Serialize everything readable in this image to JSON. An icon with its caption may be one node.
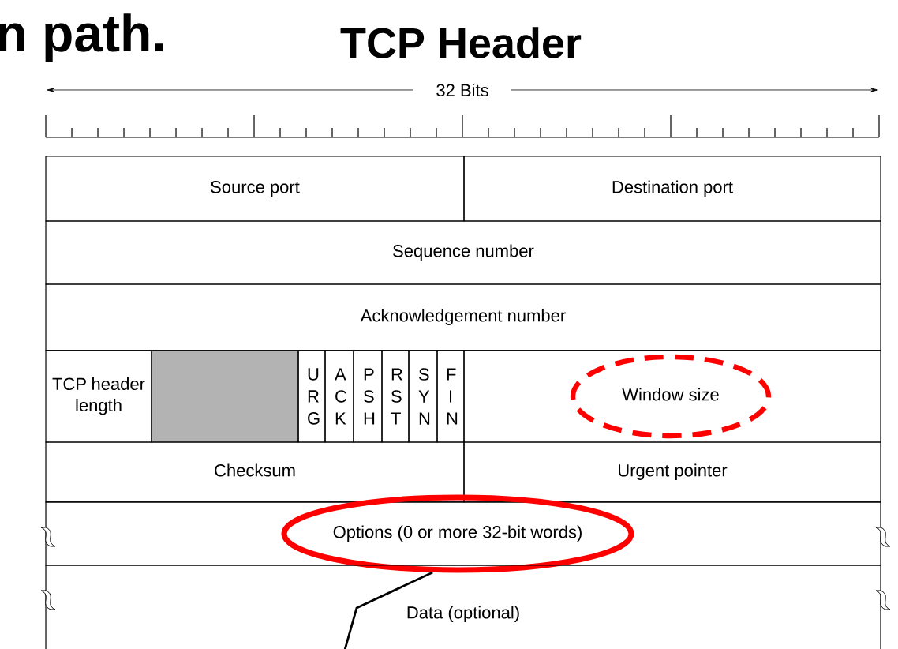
{
  "diagram": {
    "title": "TCP Header",
    "nodes": [
      {
        "text": [
          "Source port"
        ]
      },
      {
        "text": [
          "Destination port"
        ]
      },
      {
        "text": [
          "Sequence number"
        ]
      },
      {
        "text": [
          "Acknowledgement number"
        ]
      },
      {
        "text": [
          "TCP header length"
        ]
      },
      {
        "text": [],
        "shape": "box"
      },
      {
        "text": [
          "U R G"
        ]
      },
      {
        "text": [
          "A C K"
        ]
      },
      {
        "text": [
          "P S H"
        ]
      },
      {
        "text": [
          "R S T"
        ]
      },
      {
        "text": [
          "S Y N"
        ]
      },
      {
        "text": [
          "F I N"
        ]
      },
      {
        "text": [],
        "shape": "box"
      },
      {
        "text": [
          "Window size"
        ],
        "in": 12
      },
      {
        "text": [
          "Checksum"
        ]
      },
      {
        "text": [
          "Urgent pointer"
        ]
      },
      {
        "text": [],
        "shape": "box"
      },
      {
        "text": [
          "Options (0 or more 32-bit words)"
        ],
        "in": 16
      },
      {
        "text": [
          "Data (optional)"
        ]
      }
    ],
    "edges": [
      {
        "from": 17,
        "to": 18,
        "arrow": "none"
      }
    ],
    "labels": [
      "n path.",
      "32 Bits"
    ]
  }
}
